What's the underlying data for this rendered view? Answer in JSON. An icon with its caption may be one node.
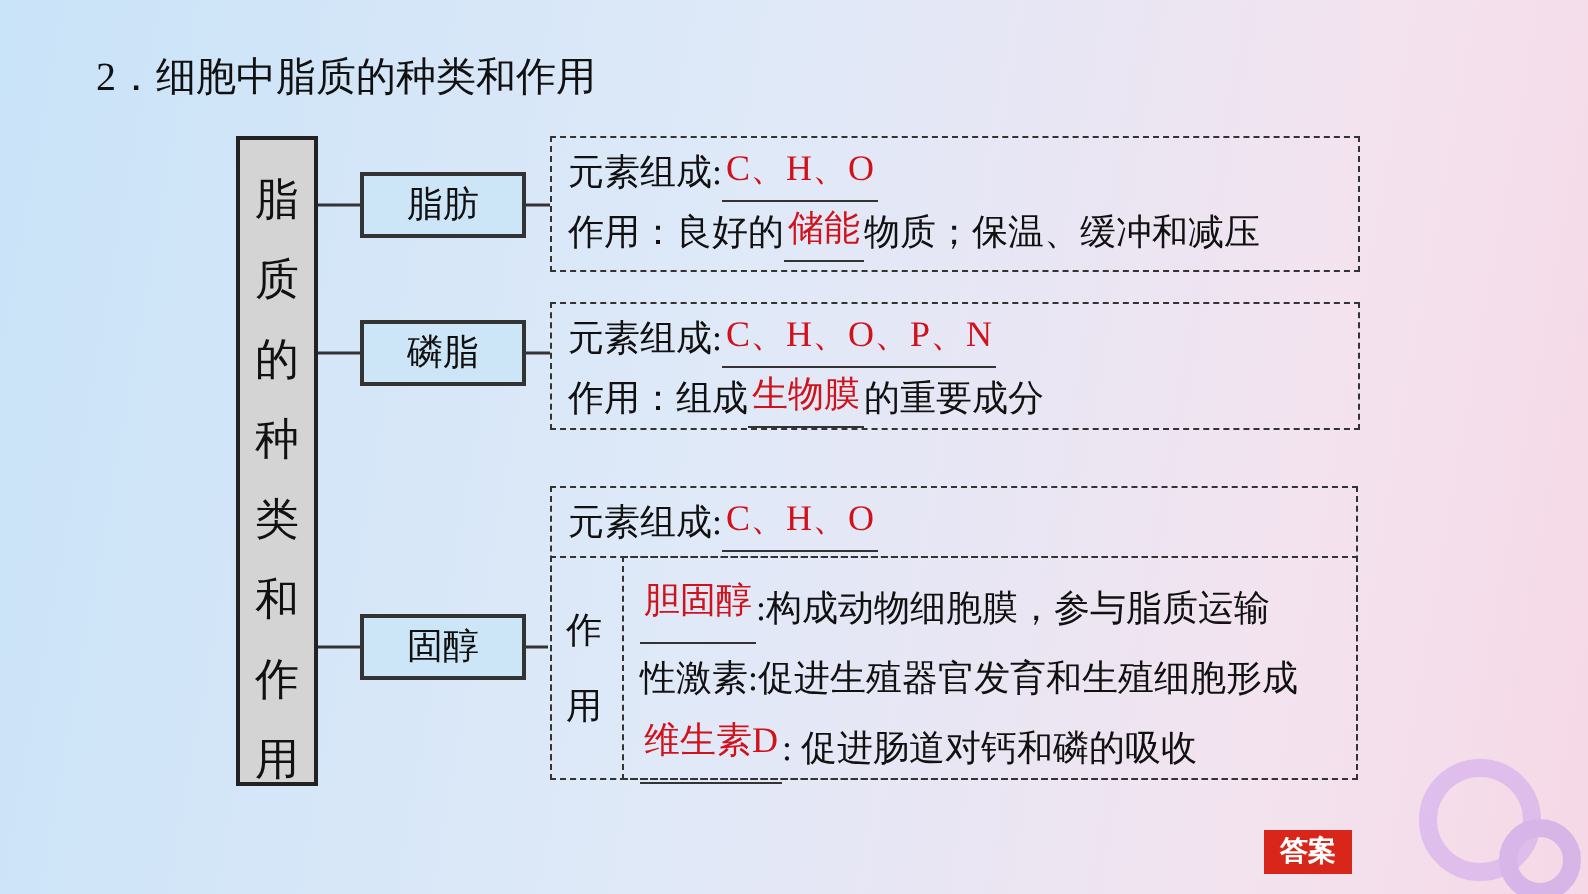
{
  "diagram": {
    "title": "2．细胞中脂质的种类和作用",
    "nodes": [
      {
        "text": [
          "脂质的种类和作用"
        ]
      },
      {
        "text": [
          "脂肪"
        ]
      },
      {
        "text": [
          "元素组成:",
          "C、H、O",
          "作用：良好的",
          "储能",
          "物质；保温、缓冲和减压"
        ]
      },
      {
        "text": [
          "磷脂"
        ]
      },
      {
        "text": [
          "元素组成:",
          "C、H、O、P、N",
          "作用：组成",
          "生物膜",
          "的重要成分"
        ]
      },
      {
        "text": [
          "固醇"
        ]
      },
      {
        "text": [
          "元素组成:",
          "C、H、O"
        ]
      },
      {
        "text": [
          "作用"
        ],
        "in": 6
      },
      {
        "text": [
          "胆固醇",
          ":构成动物细胞膜，参与脂质运输",
          "性激素:促进生殖器官发育和生殖细胞形成",
          "维生素D",
          ": 促进肠道对钙和磷的吸收"
        ],
        "in": 7
      }
    ],
    "edges": [
      {
        "from": 0,
        "to": 1,
        "arrow": "none"
      },
      {
        "from": 1,
        "to": 2,
        "arrow": "none"
      },
      {
        "from": 0,
        "to": 3,
        "arrow": "none"
      },
      {
        "from": 3,
        "to": 4,
        "arrow": "none"
      },
      {
        "from": 0,
        "to": 5,
        "arrow": "none"
      },
      {
        "from": 5,
        "to": 7,
        "arrow": "none"
      }
    ],
    "labels": [
      "答案"
    ]
  }
}
